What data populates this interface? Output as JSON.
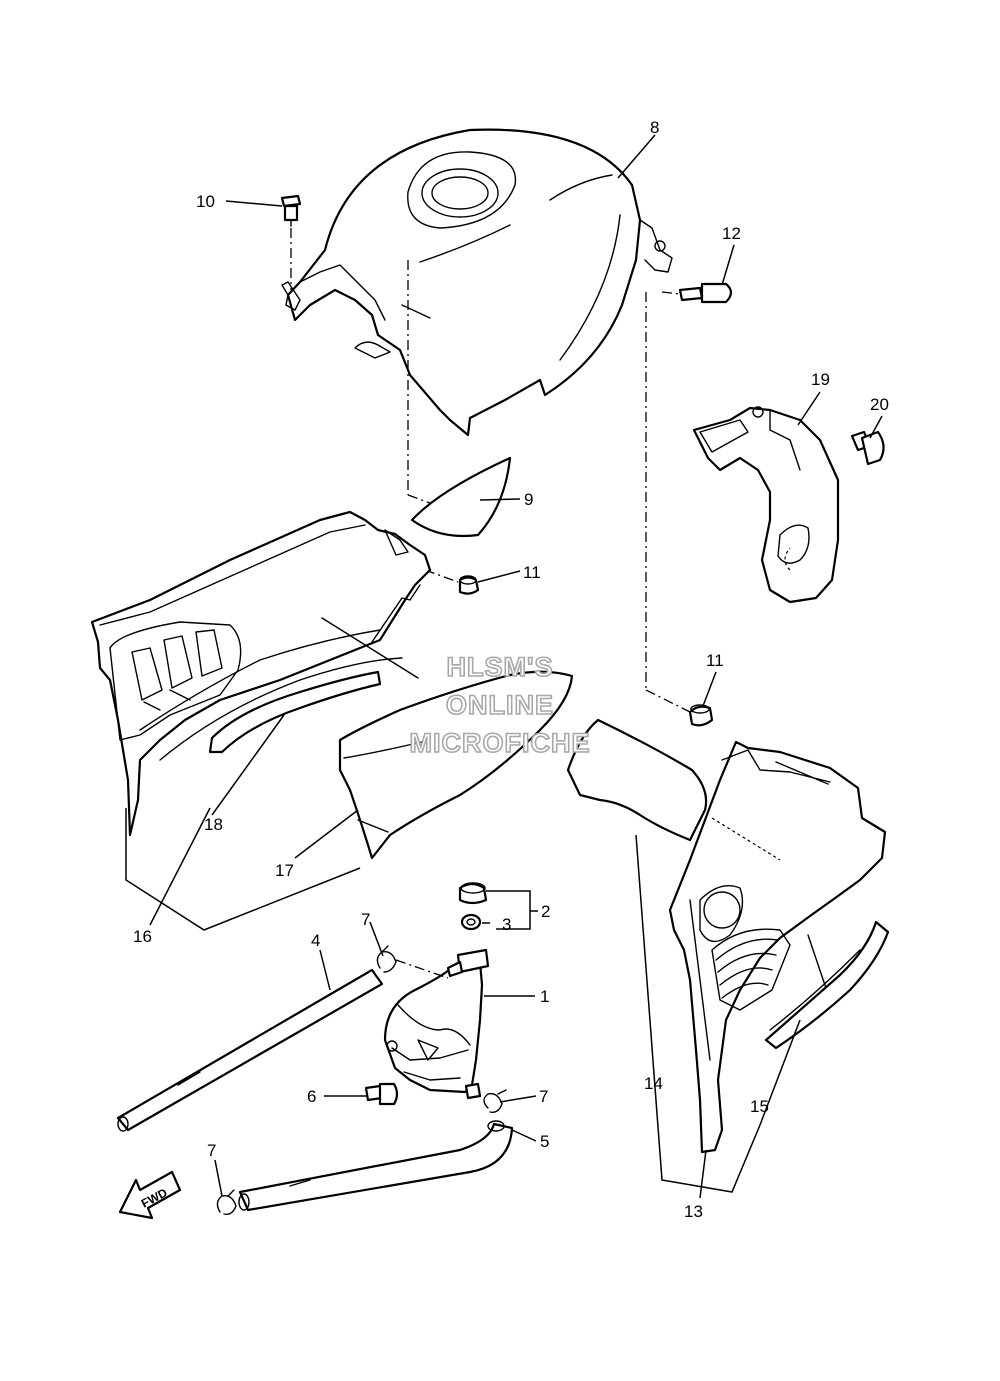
{
  "watermark": {
    "line1": "HLSM'S",
    "line2": "ONLINE",
    "line3": "MICROFICHE"
  },
  "direction_arrow": {
    "label": "FWD"
  },
  "callouts": {
    "c1": "1",
    "c2": "2",
    "c3": "3",
    "c4": "4",
    "c5": "5",
    "c6": "6",
    "c7a": "7",
    "c7b": "7",
    "c7c": "7",
    "c8": "8",
    "c9": "9",
    "c10": "10",
    "c11a": "11",
    "c11b": "11",
    "c12": "12",
    "c13": "13",
    "c14": "14",
    "c15": "15",
    "c16": "16",
    "c17": "17",
    "c18": "18",
    "c19": "19",
    "c20": "20"
  }
}
